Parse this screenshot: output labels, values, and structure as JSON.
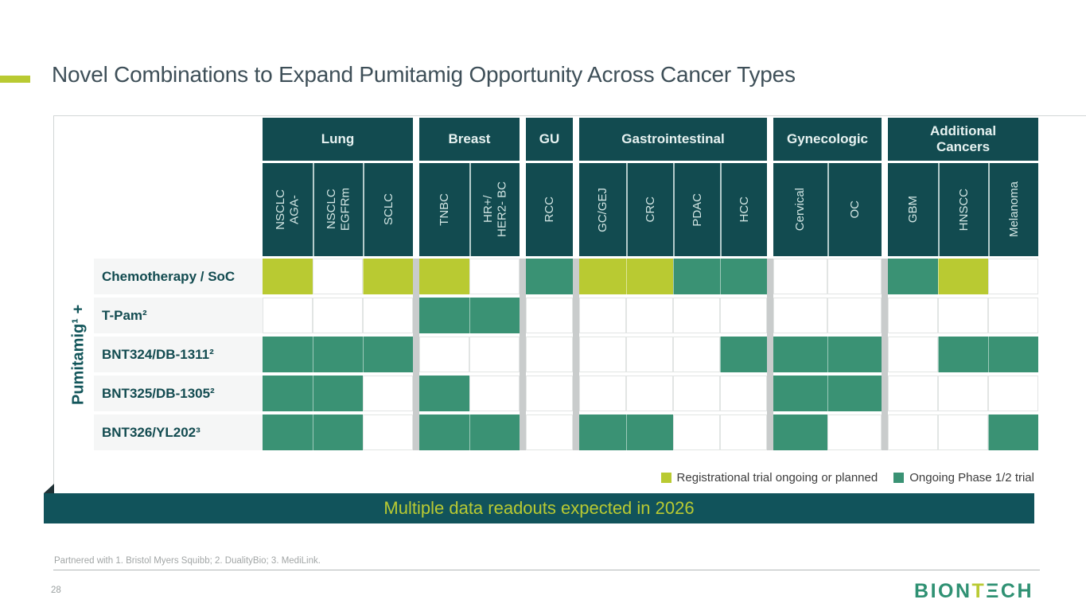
{
  "slide": {
    "title": "Novel Combinations to Expand Pumitamig Opportunity Across Cancer Types",
    "banner": "Multiple data readouts expected in 2026",
    "footnote": "Partnered with 1. Bristol Myers Squibb; 2. DualityBio; 3. MediLink.",
    "page_number": "28",
    "logo": {
      "part1": "BION",
      "part2": "T",
      "part3": "ΞCH"
    }
  },
  "colors": {
    "registrational": "#b9ca32",
    "phase12": "#3a9274",
    "header_teal": "#124b50",
    "banner_teal": "#11535b",
    "title_text": "#3e4f58",
    "row_label_text": "#124b50"
  },
  "legend": [
    {
      "key": "reg",
      "label": "Registrational trial ongoing or planned",
      "color": "#b9ca32"
    },
    {
      "key": "ph12",
      "label": "Ongoing Phase 1/2 trial",
      "color": "#3a9274"
    }
  ],
  "matrix": {
    "axis_label": "Pumitamig¹ +",
    "groups": [
      {
        "label": "Lung",
        "columns": [
          "NSCLC\nAGA-",
          "NSCLC\nEGFRm",
          "SCLC"
        ]
      },
      {
        "label": "Breast",
        "columns": [
          "TNBC",
          "HR+/\nHER2- BC"
        ]
      },
      {
        "label": "GU",
        "columns": [
          "RCC"
        ]
      },
      {
        "label": "Gastrointestinal",
        "columns": [
          "GC/GEJ",
          "CRC",
          "PDAC",
          "HCC"
        ]
      },
      {
        "label": "Gynecologic",
        "columns": [
          "Cervical",
          "OC"
        ]
      },
      {
        "label": "Additional\nCancers",
        "columns": [
          "GBM",
          "HNSCC",
          "Melanoma"
        ]
      }
    ],
    "rows": [
      {
        "label": "Chemotherapy / SoC",
        "cells": [
          "reg",
          "none",
          "reg",
          "reg",
          "none",
          "ph12",
          "reg",
          "reg",
          "ph12",
          "ph12",
          "none",
          "none",
          "ph12",
          "reg",
          "none"
        ]
      },
      {
        "label": "T-Pam²",
        "cells": [
          "none",
          "none",
          "none",
          "ph12",
          "ph12",
          "none",
          "none",
          "none",
          "none",
          "none",
          "none",
          "none",
          "none",
          "none",
          "none"
        ]
      },
      {
        "label": "BNT324/DB-1311²",
        "cells": [
          "ph12",
          "ph12",
          "ph12",
          "none",
          "none",
          "none",
          "none",
          "none",
          "none",
          "ph12",
          "ph12",
          "ph12",
          "none",
          "ph12",
          "ph12"
        ]
      },
      {
        "label": "BNT325/DB-1305²",
        "cells": [
          "ph12",
          "ph12",
          "none",
          "ph12",
          "none",
          "none",
          "none",
          "none",
          "none",
          "none",
          "ph12",
          "ph12",
          "none",
          "none",
          "none"
        ]
      },
      {
        "label": "BNT326/YL202³",
        "cells": [
          "ph12",
          "ph12",
          "none",
          "ph12",
          "ph12",
          "none",
          "ph12",
          "ph12",
          "none",
          "none",
          "ph12",
          "none",
          "none",
          "none",
          "ph12"
        ]
      }
    ]
  }
}
